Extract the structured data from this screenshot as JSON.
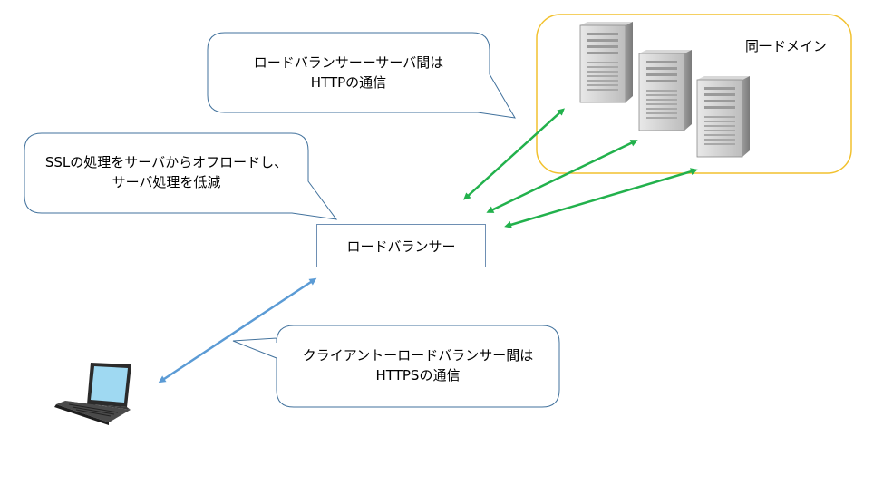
{
  "callouts": {
    "http": {
      "line1": "ロードバランサーーサーバ間は",
      "line2": "HTTPの通信"
    },
    "ssl": {
      "line1": "SSLの処理をサーバからオフロードし、",
      "line2": "サーバ処理を低減"
    },
    "https": {
      "line1": "クライアントーロードバランサー間は",
      "line2": "HTTPSの通信"
    }
  },
  "load_balancer": {
    "label": "ロードバランサー"
  },
  "domain": {
    "label": "同一ドメイン"
  },
  "colors": {
    "green_arrow": "#22b14c",
    "blue_arrow": "#5b9bd5",
    "callout_border": "#41719c",
    "domain_border": "#f2c12e"
  },
  "icons": [
    "server-icon",
    "server-icon",
    "server-icon",
    "laptop-icon"
  ]
}
